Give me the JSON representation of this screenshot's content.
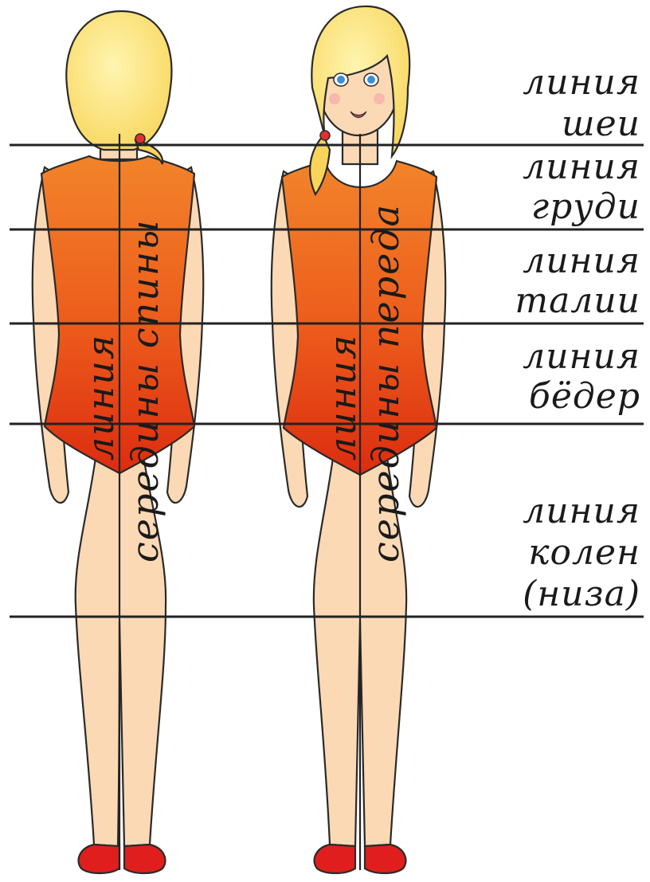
{
  "diagram": {
    "labels": {
      "neck": [
        "линия",
        "шеи"
      ],
      "chest": [
        "линия",
        "груди"
      ],
      "waist": [
        "линия",
        "талии"
      ],
      "hips": [
        "линия",
        "бёдер"
      ],
      "knees": [
        "линия",
        "колен",
        "(низа)"
      ],
      "back_center": [
        "линия",
        "середины спины"
      ],
      "front_center": [
        "линия",
        "середины переда"
      ]
    },
    "colors": {
      "skin": "#fbd9b4",
      "bodysuit_top": "#f47a22",
      "bodysuit_bottom": "#e03512",
      "hair": "#fde37a",
      "shoes": "#e01e1e",
      "lines": "#222222"
    },
    "figures": [
      "back-view",
      "front-view"
    ]
  }
}
